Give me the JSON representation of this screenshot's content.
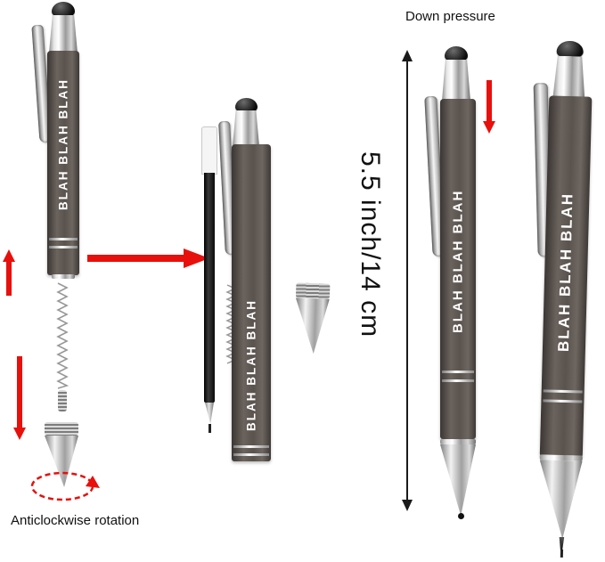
{
  "annotations": {
    "down_pressure": "Down pressure",
    "length": "5.5 inch/14 cm",
    "rotation": "Anticlockwise rotation"
  },
  "pen_label": "BLAH BLAH BLAH",
  "colors": {
    "barrel": "#5a534e",
    "barrel_dark": "#3b3634",
    "chrome_light": "#f5f5f5",
    "chrome_dark": "#777777",
    "stylus_black": "#111111",
    "arrow_red": "#e8100c",
    "annotation_text": "#111111"
  },
  "icons": {
    "up_arrow": "red-up-arrow",
    "down_arrow": "red-down-arrow",
    "right_arrow": "red-right-arrow",
    "pressure_arrow": "red-down-arrow",
    "rotation_arrow": "red-dashed-anticlockwise-arc",
    "measure_arrow": "black-double-vertical-arrow",
    "spring": "coil-spring",
    "refill": "ink-refill"
  }
}
